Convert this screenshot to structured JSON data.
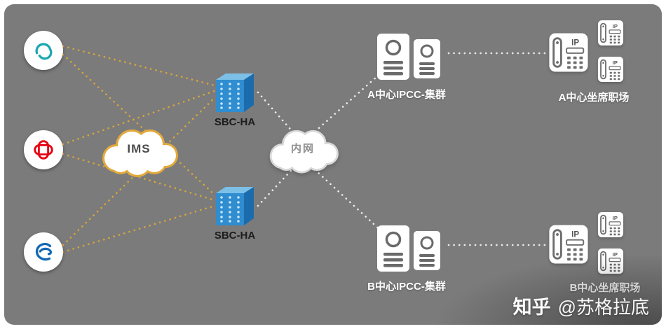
{
  "canvas": {
    "background": "#7B7B7B"
  },
  "carriers": [
    {
      "id": "china-mobile",
      "color": "#1BA8B0"
    },
    {
      "id": "china-unicom",
      "color": "#E60012"
    },
    {
      "id": "china-telecom",
      "color": "#1268B3"
    }
  ],
  "clouds": {
    "ims": {
      "label": "IMS",
      "stroke": "#E2A93B"
    },
    "intranet": {
      "label": "内网",
      "stroke": "#D8D8D8"
    }
  },
  "sbc": [
    {
      "label": "SBC-HA"
    },
    {
      "label": "SBC-HA"
    }
  ],
  "clusters": [
    {
      "label": "A中心IPCC-集群"
    },
    {
      "label": "B中心IPCC-集群"
    }
  ],
  "workplaces": [
    {
      "label": "A中心坐席职场"
    },
    {
      "label": "B中心坐席职场"
    }
  ],
  "phone": {
    "badge": "IP"
  },
  "links": {
    "carrier_color": "#D9A63B",
    "internal_color": "#ECECEC"
  },
  "watermark": {
    "brand": "知乎",
    "handle": "@苏格拉底"
  }
}
